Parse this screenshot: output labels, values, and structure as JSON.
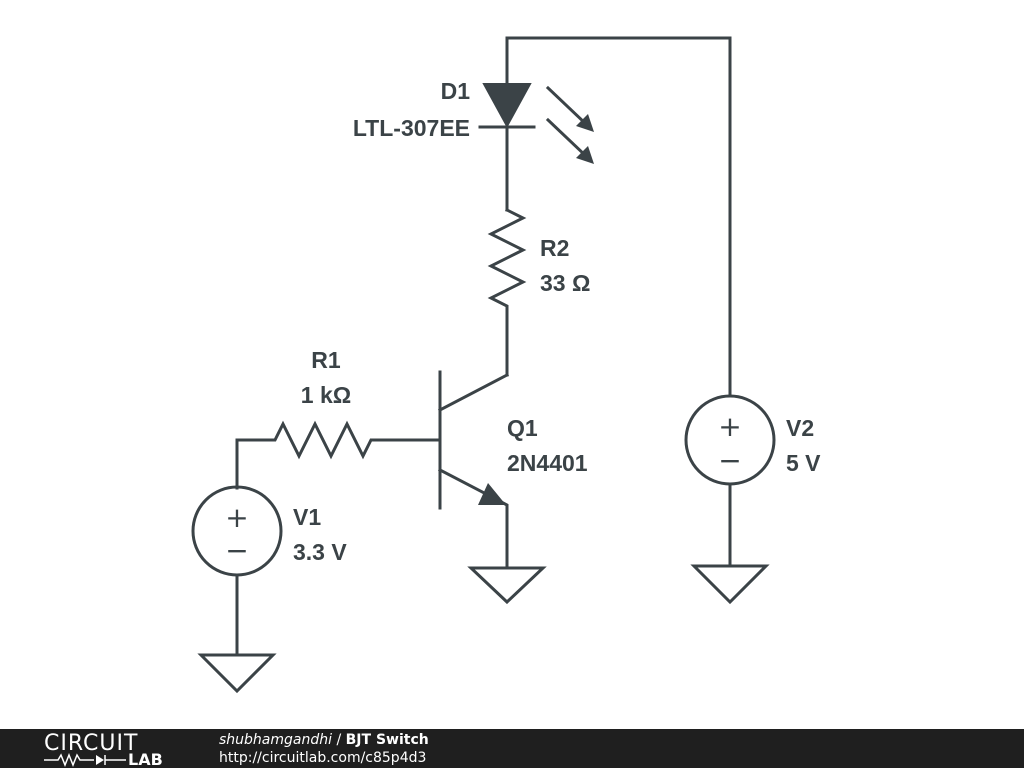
{
  "components": {
    "d1": {
      "ref": "D1",
      "value": "LTL-307EE"
    },
    "r2": {
      "ref": "R2",
      "value": "33 Ω"
    },
    "r1": {
      "ref": "R1",
      "value": "1 kΩ"
    },
    "q1": {
      "ref": "Q1",
      "value": "2N4401"
    },
    "v1": {
      "ref": "V1",
      "value": "3.3 V"
    },
    "v2": {
      "ref": "V2",
      "value": "5 V"
    }
  },
  "source_signs": {
    "plus": "+",
    "minus": "−"
  },
  "footer": {
    "logo_top": "CIRCUIT",
    "logo_bottom": "LAB",
    "author": "shubhamgandhi",
    "separator": " / ",
    "title": "BJT Switch",
    "url": "http://circuitlab.com/c85p4d3"
  },
  "colors": {
    "ink": "#3b4347",
    "footer_bg": "#1f1f1f",
    "footer_text": "#ffffff"
  }
}
